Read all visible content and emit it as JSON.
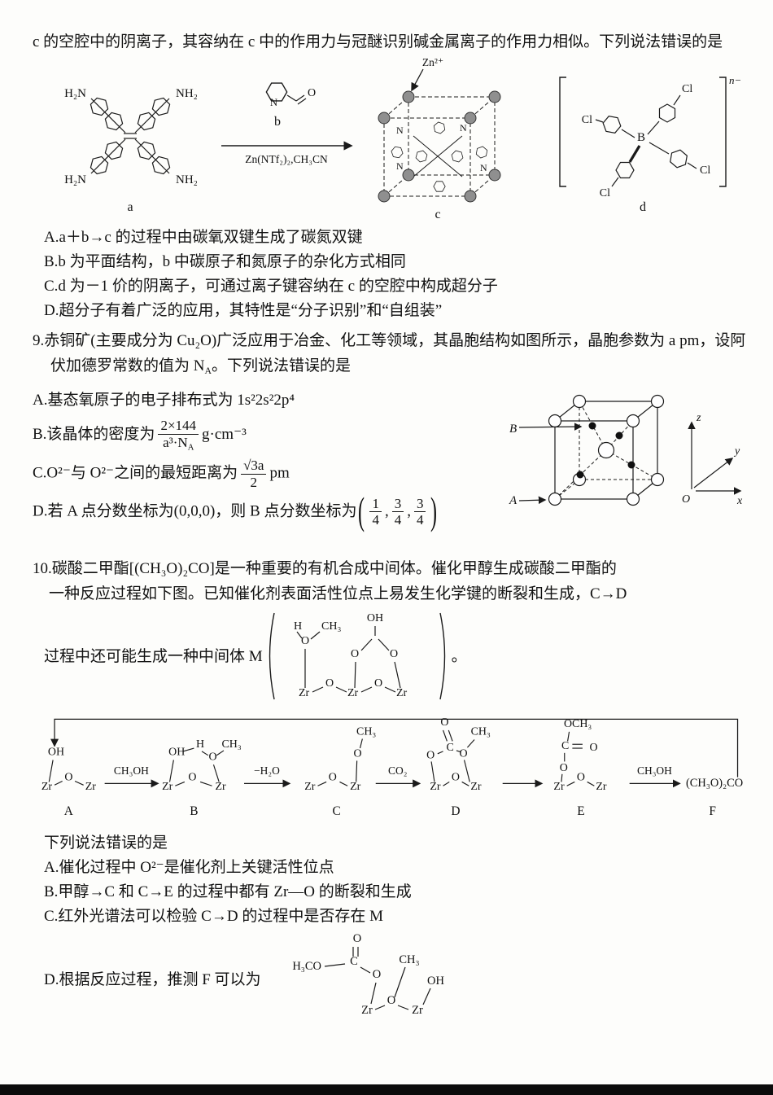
{
  "q8": {
    "intro": "c 的空腔中的阴离子，其容纳在 c 中的作用力与冠醚识别碱金属离子的作用力相似。下列说法错误的是",
    "options": [
      "A.a＋b→c 的过程中由碳氧双键生成了碳氮双键",
      "B.b 为平面结构，b 中碳原子和氮原子的杂化方式相同",
      "C.d 为－1 价的阴离子，可通过离子键容纳在 c 的空腔中构成超分子",
      "D.超分子有着广泛的应用，其特性是“分子识别”和“自组装”"
    ],
    "scheme": {
      "h2n": "H₂N",
      "nh2": "NH₂",
      "label_a": "a",
      "label_b": "b",
      "label_c": "c",
      "label_d": "d",
      "zn_ion": "Zn²⁺",
      "reagent": "Zn(NTf₂)₂,CH₃CN",
      "n_atom": "N",
      "o_atom": "O",
      "cl": "Cl",
      "boron": "B",
      "charge": "n−"
    }
  },
  "q9": {
    "stem_pre": "9.赤铜矿(主要成分为 Cu₂O)广泛应用于冶金、化工等领域，其晶胞结构如图所示，晶胞参数为 a pm，设阿伏加德罗常数的值为 N",
    "stem_sub": "A",
    "stem_post": "。下列说法错误的是",
    "optA": "A.基态氧原子的电子排布式为 1s²2s²2p⁴",
    "optB": {
      "pre": "B.该晶体的密度为",
      "num": "2×144",
      "den": "a³·N",
      "den_sub": "A",
      "post": "g·cm⁻³"
    },
    "optC": {
      "pre": "C.O²⁻与 O²⁻之间的最短距离为",
      "num": "√3a",
      "den": "2",
      "post": "pm"
    },
    "optD": {
      "pre": "D.若 A 点分数坐标为(0,0,0)，则 B 点分数坐标为",
      "open": "(",
      "close": ")",
      "comma": ",",
      "fracs": [
        {
          "n": "1",
          "d": "4"
        },
        {
          "n": "3",
          "d": "4"
        },
        {
          "n": "3",
          "d": "4"
        }
      ]
    },
    "cell": {
      "site_a": "A",
      "site_b": "B",
      "ax_x": "x",
      "ax_y": "y",
      "ax_z": "z",
      "origin": "O"
    }
  },
  "q10": {
    "stem1": "10.碳酸二甲酯[(CH₃O)₂CO]是一种重要的有机合成中间体。催化甲醇生成碳酸二甲酯的",
    "stem2": "一种反应过程如下图。已知催化剂表面活性位点上易发生化学键的断裂和生成，C→D",
    "m_pre": "过程中还可能生成一种中间体 M",
    "m_post": "。",
    "ask": "下列说法错误的是",
    "optA": "A.催化过程中 O²⁻是催化剂上关键活性位点",
    "optB": "B.甲醇→C 和 C→E 的过程中都有 Zr—O 的断裂和生成",
    "optC": "C.红外光谱法可以检验 C→D 的过程中是否存在 M",
    "optD_pre": "D.根据反应过程，推测 F 可以为",
    "mech": {
      "labels": [
        "A",
        "B",
        "C",
        "D",
        "E",
        "F"
      ],
      "arrow1": "CH₃OH",
      "arrow2": "−H₂O",
      "arrow3": "CO₂",
      "arrow5": "CH₃OH",
      "product": "(CH₃O)₂CO"
    },
    "atoms": {
      "oh": "OH",
      "o": "O",
      "h": "H",
      "zr": "Zr",
      "ch3": "CH₃",
      "och3": "OCH₃",
      "h3co": "H₃CO",
      "c": "C"
    }
  }
}
